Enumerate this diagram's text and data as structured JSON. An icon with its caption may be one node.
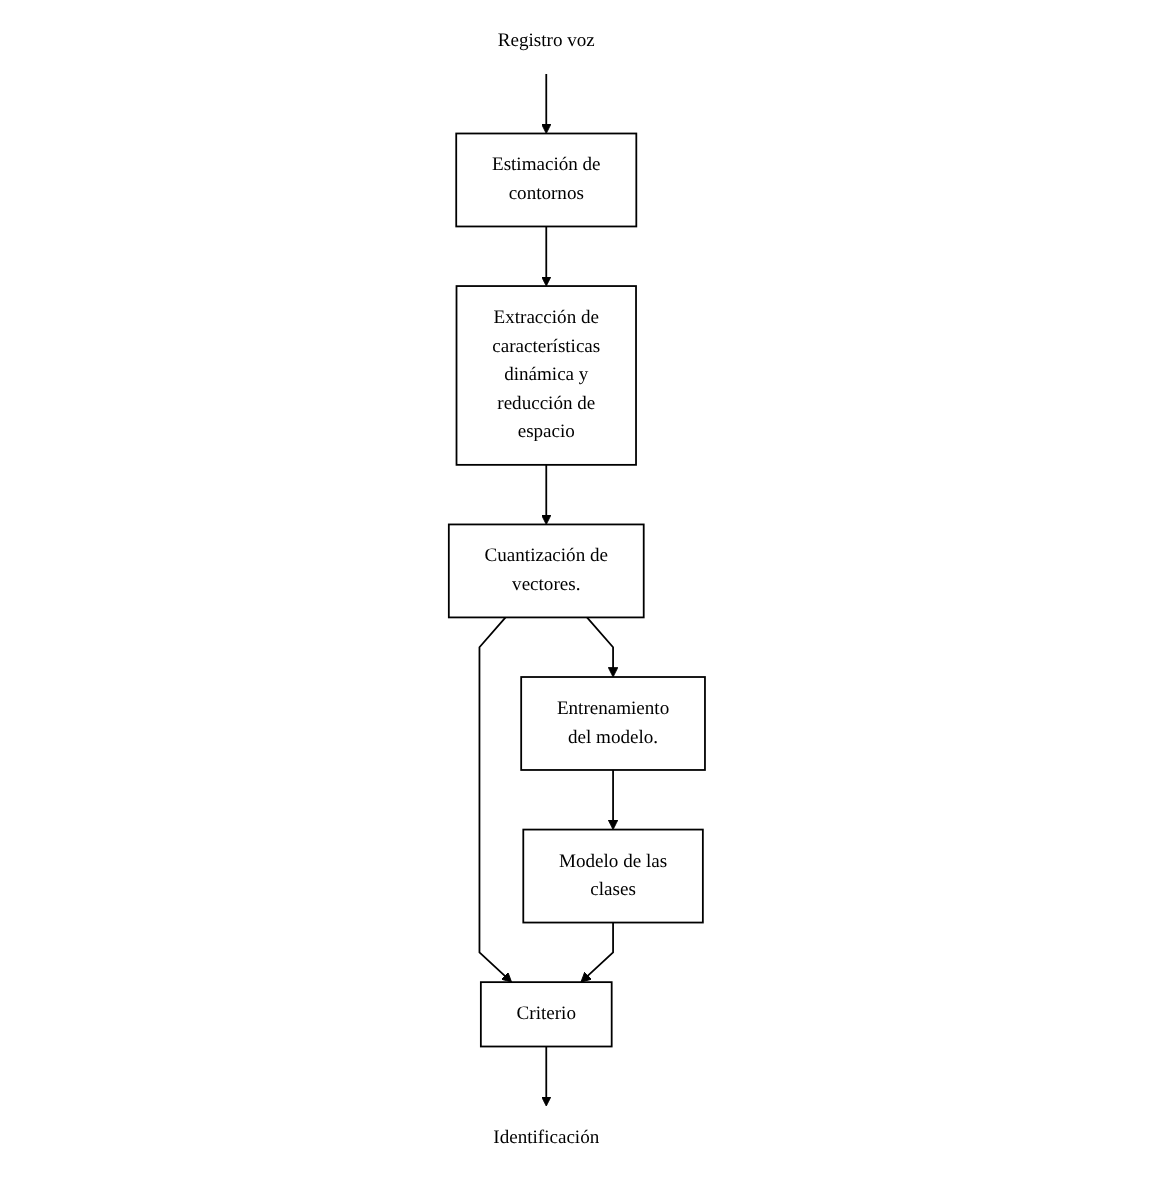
{
  "diagram": {
    "nodes": [
      {
        "text": [
          "Registro voz"
        ]
      },
      {
        "text": [
          "Estimación de contornos"
        ]
      },
      {
        "text": [
          "Extracción de características dinámica y reducción de espacio"
        ]
      },
      {
        "text": [
          "Cuantización de vectores."
        ]
      },
      {
        "text": [
          "Entrenamiento del modelo."
        ]
      },
      {
        "text": [
          "Criterio"
        ]
      },
      {
        "text": [
          "Modelo de las clases"
        ]
      },
      {
        "text": [
          "Identificación"
        ]
      }
    ],
    "edges": [
      {
        "from": 0,
        "to": 1,
        "arrow": "to"
      },
      {
        "from": 1,
        "to": 2,
        "arrow": "to"
      },
      {
        "from": 2,
        "to": 3,
        "arrow": "to"
      },
      {
        "from": 3,
        "to": 4,
        "arrow": "to"
      },
      {
        "from": 3,
        "to": 5,
        "arrow": "to"
      },
      {
        "from": 4,
        "to": 6,
        "arrow": "to"
      },
      {
        "from": 6,
        "to": 5,
        "arrow": "to"
      },
      {
        "from": 5,
        "to": 7,
        "arrow": "to"
      }
    ]
  }
}
